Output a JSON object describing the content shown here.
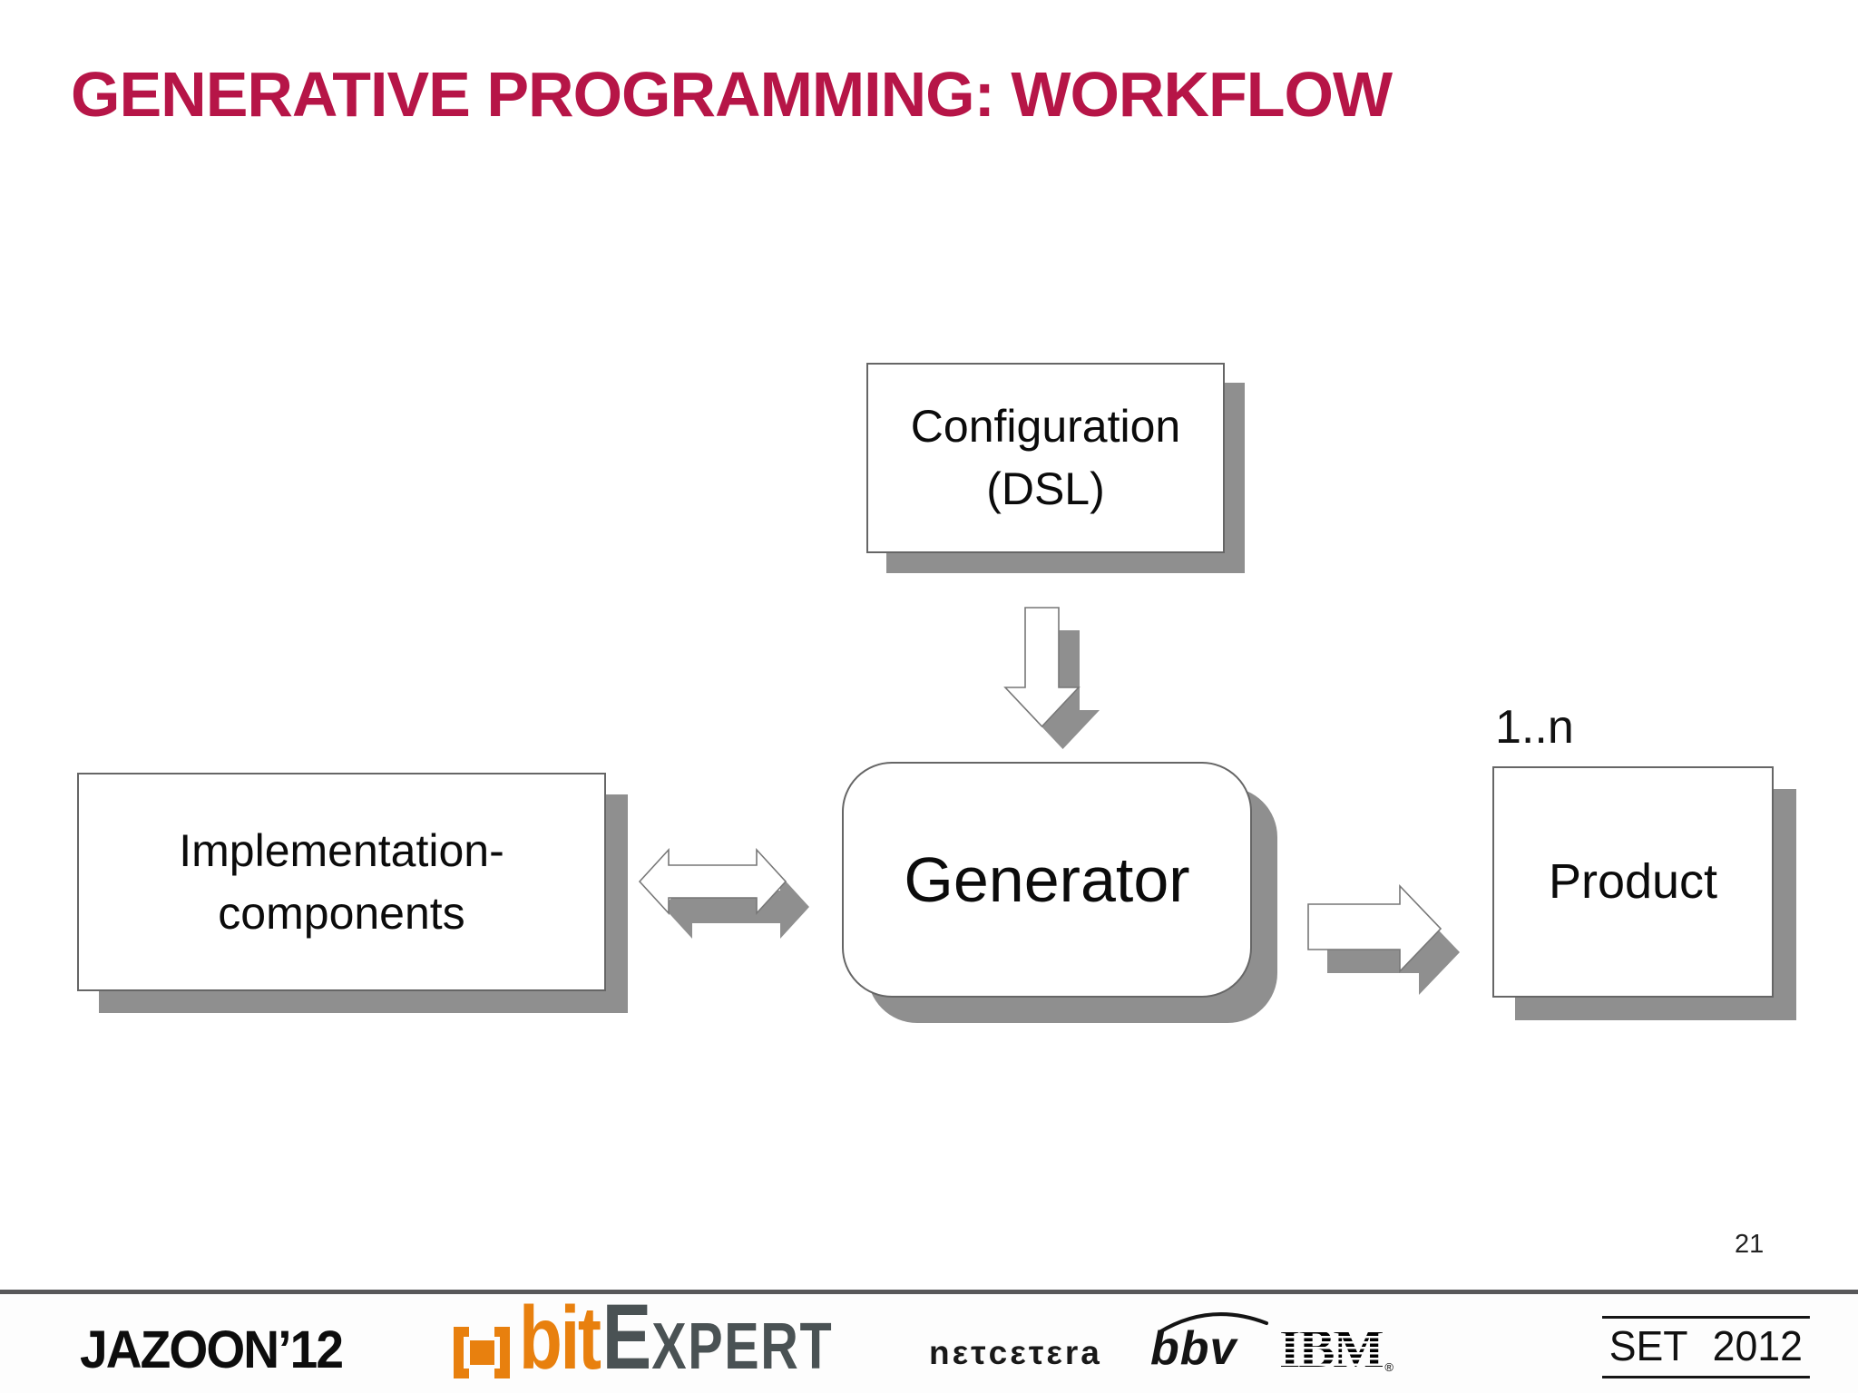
{
  "slide": {
    "title": "GENERATIVE PROGRAMMING: WORKFLOW",
    "page_number": "21",
    "title_color": "#B61547",
    "shadow_color": "#8F8F8F"
  },
  "diagram": {
    "configuration": {
      "line1": "Configuration",
      "line2": "(DSL)"
    },
    "implementation": {
      "line1": "Implementation-",
      "line2": "components"
    },
    "generator": {
      "label": "Generator"
    },
    "product": {
      "label": "Product",
      "multiplicity": "1..n"
    },
    "arrows": {
      "config_to_generator": "configuration flows down into generator",
      "implementation_generator": "bidirectional exchange between implementation components and generator",
      "generator_to_product": "generator outputs product"
    }
  },
  "footer": {
    "jazoon": "JAZOON’12",
    "bitexpert": {
      "bit": "bit",
      "e": "E",
      "xpert": "XPERT",
      "orange": "#E8800E",
      "gray": "#4A5254"
    },
    "netcetera": {
      "label": "netcetera",
      "display": "nετcετεra"
    },
    "bbv": "bbv",
    "ibm": "IBM",
    "ibm_reg": "®",
    "set2012": "SET 2012"
  }
}
